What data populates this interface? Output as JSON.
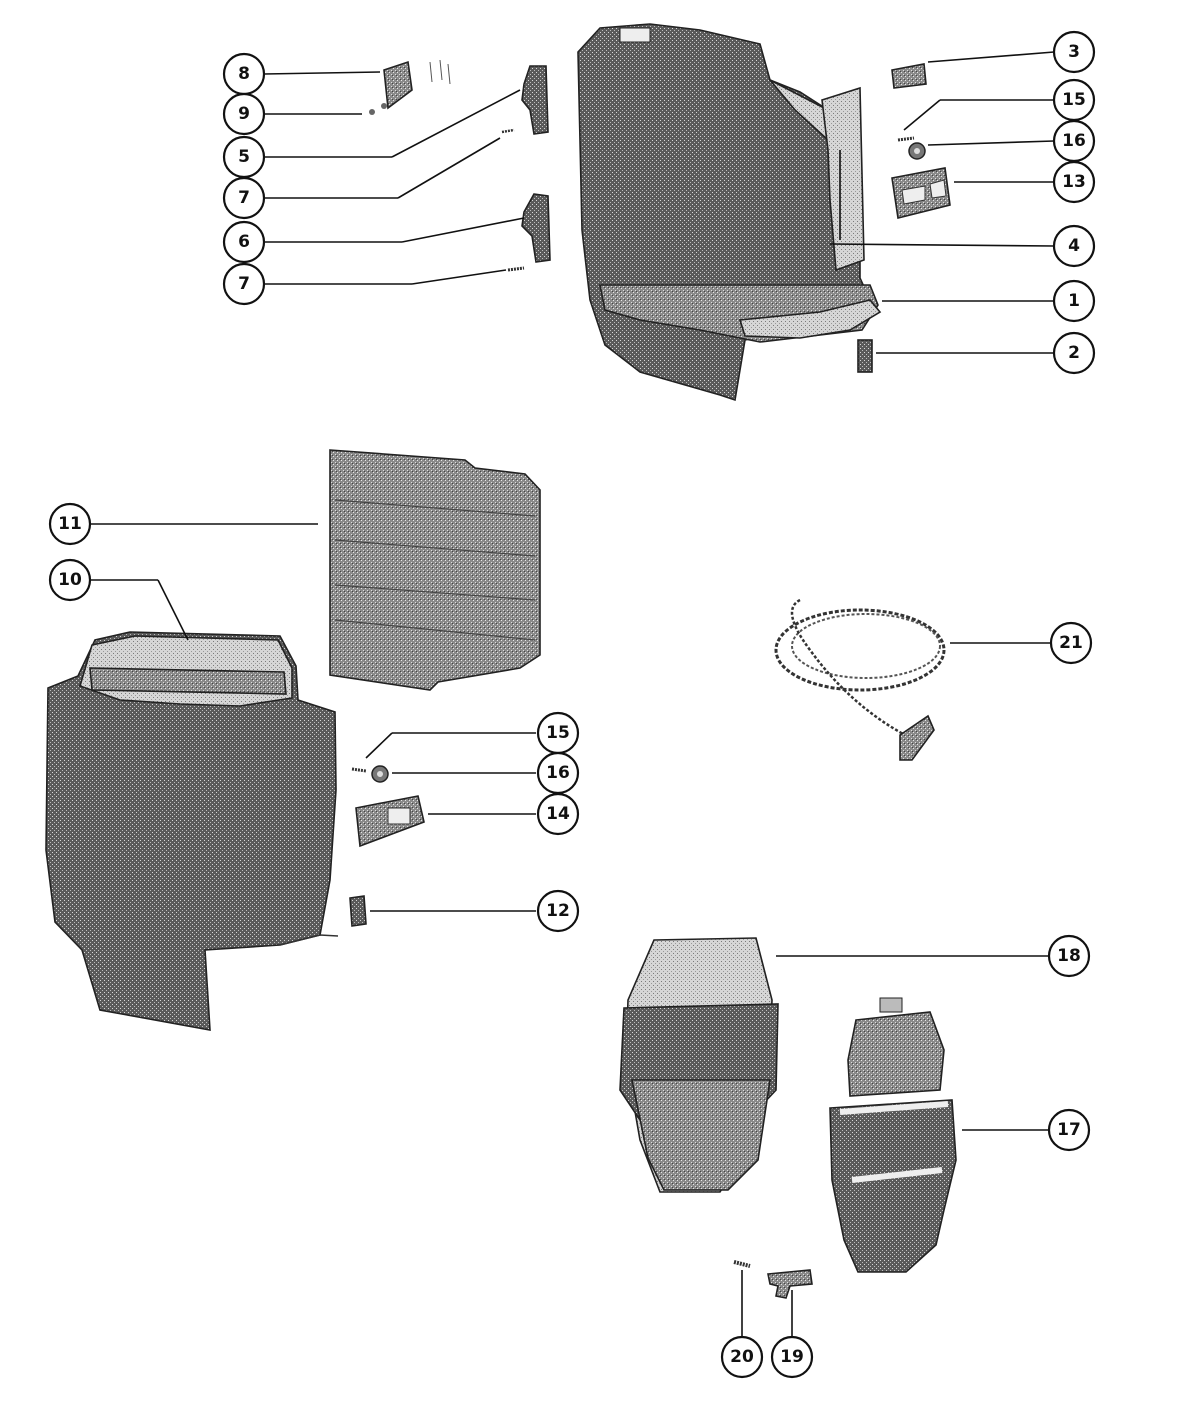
{
  "callouts": {
    "c1": "1",
    "c2": "2",
    "c3": "3",
    "c4": "4",
    "c5": "5",
    "c6": "6",
    "c7a": "7",
    "c7b": "7",
    "c8": "8",
    "c9": "9",
    "c10": "10",
    "c11": "11",
    "c12": "12",
    "c13": "13",
    "c14": "14",
    "c15a": "15",
    "c15b": "15",
    "c16a": "16",
    "c16b": "16",
    "c17": "17",
    "c18": "18",
    "c19": "19",
    "c20": "20",
    "c21": "21"
  }
}
